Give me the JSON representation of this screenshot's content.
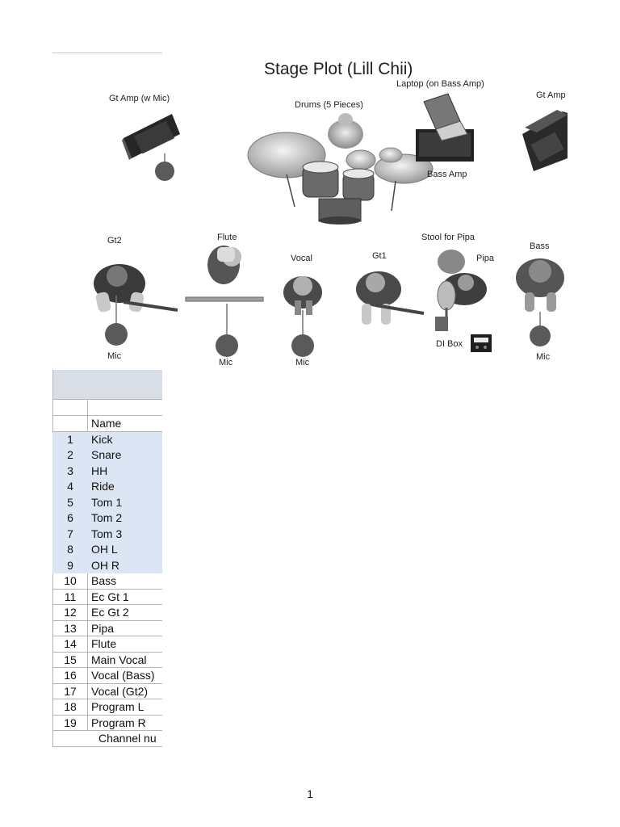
{
  "stage_plot": {
    "title": "Stage Plot (Lill Chii)",
    "labels": {
      "gt_amp_left": "Gt Amp (w Mic)",
      "drums": "Drums (5 Pieces)",
      "laptop": "Laptop (on Bass Amp)",
      "gt_amp_right": "Gt Amp",
      "bass_amp": "Bass Amp",
      "gt2": "Gt2",
      "flute": "Flute",
      "vocal": "Vocal",
      "gt1": "Gt1",
      "stool": "Stool for Pipa",
      "pipa": "Pipa",
      "bass": "Bass",
      "mic_1": "Mic",
      "mic_2": "Mic",
      "mic_3": "Mic",
      "mic_4": "Mic",
      "di_box": "DI Box"
    }
  },
  "channel_list": {
    "header": "Name",
    "rows": [
      {
        "num": "1",
        "name": "Kick",
        "drum": true
      },
      {
        "num": "2",
        "name": "Snare",
        "drum": true
      },
      {
        "num": "3",
        "name": "HH",
        "drum": true
      },
      {
        "num": "4",
        "name": "Ride",
        "drum": true
      },
      {
        "num": "5",
        "name": "Tom 1",
        "drum": true
      },
      {
        "num": "6",
        "name": "Tom 2",
        "drum": true
      },
      {
        "num": "7",
        "name": "Tom 3",
        "drum": true
      },
      {
        "num": "8",
        "name": "OH L",
        "drum": true
      },
      {
        "num": "9",
        "name": "OH R",
        "drum": true
      },
      {
        "num": "10",
        "name": "Bass",
        "drum": false
      },
      {
        "num": "11",
        "name": "Ec Gt 1",
        "drum": false
      },
      {
        "num": "12",
        "name": "Ec Gt 2",
        "drum": false
      },
      {
        "num": "13",
        "name": "Pipa",
        "drum": false
      },
      {
        "num": "14",
        "name": "Flute",
        "drum": false
      },
      {
        "num": "15",
        "name": "Main Vocal",
        "drum": false
      },
      {
        "num": "16",
        "name": "Vocal (Bass)",
        "drum": false
      },
      {
        "num": "17",
        "name": "Vocal (Gt2)",
        "drum": false
      },
      {
        "num": "18",
        "name": "Program L",
        "drum": false
      },
      {
        "num": "19",
        "name": "Program R",
        "drum": false
      }
    ],
    "footer": "Channel nu"
  },
  "page_number": "1"
}
